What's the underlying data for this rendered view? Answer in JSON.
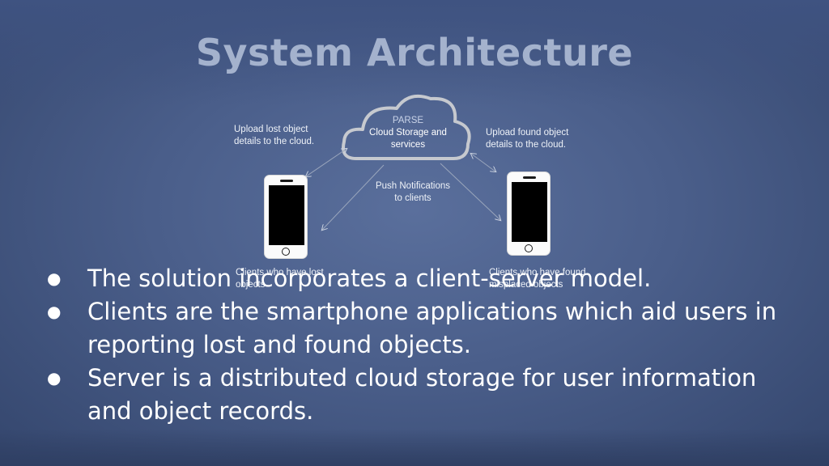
{
  "slide": {
    "title": "System Architecture"
  },
  "diagram": {
    "cloud_heading": "PARSE",
    "cloud_text": "Cloud Storage and\nservices",
    "upload_lost": "Upload lost object\ndetails to the  cloud.",
    "upload_found": "Upload found object\ndetails to the  cloud.",
    "push_notifications": "Push Notifications\nto clients",
    "clients_lost": "Clients who have lost\nobjects",
    "clients_found": "Clients who have found\nmisplaced objects"
  },
  "bullets": [
    "The solution incorporates a client-server model.",
    "Clients are the smartphone applications which aid users in reporting lost and found objects.",
    "Server is a distributed cloud storage for user information and object records."
  ],
  "bullet_symbol": "●",
  "colors": {
    "background": "#4a5e8a",
    "title": "#a4b2cd",
    "text": "#ffffff"
  }
}
